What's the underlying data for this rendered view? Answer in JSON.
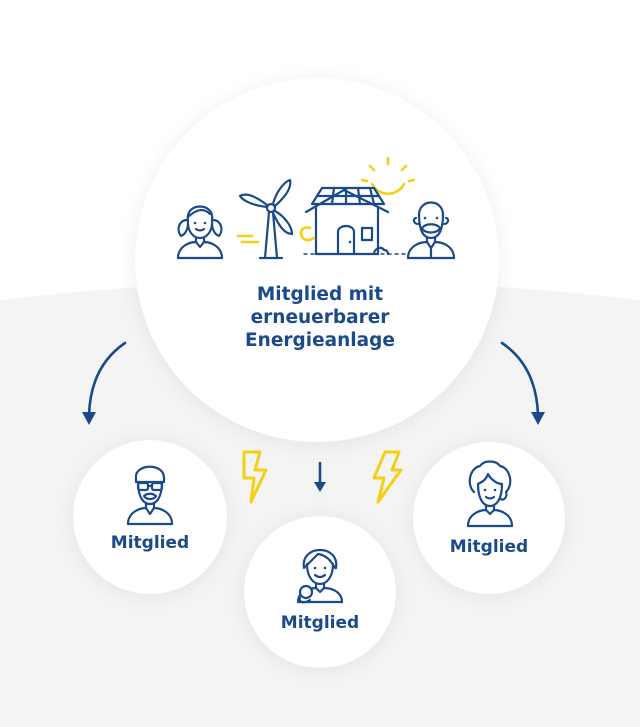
{
  "diagram": {
    "main_node": {
      "label_lines": [
        "Mitglied mit",
        "erneuerbarer",
        "Energieanlage"
      ]
    },
    "member_nodes": [
      {
        "label": "Mitglied",
        "icon": "man-glasses-icon"
      },
      {
        "label": "Mitglied",
        "icon": "woman-holding-coin-icon"
      },
      {
        "label": "Mitglied",
        "icon": "woman-curly-hair-icon"
      }
    ],
    "colors": {
      "primary": "#1b4a8a",
      "accent": "#f5cf13",
      "background": "#f4f4f4",
      "circle": "#ffffff"
    }
  }
}
